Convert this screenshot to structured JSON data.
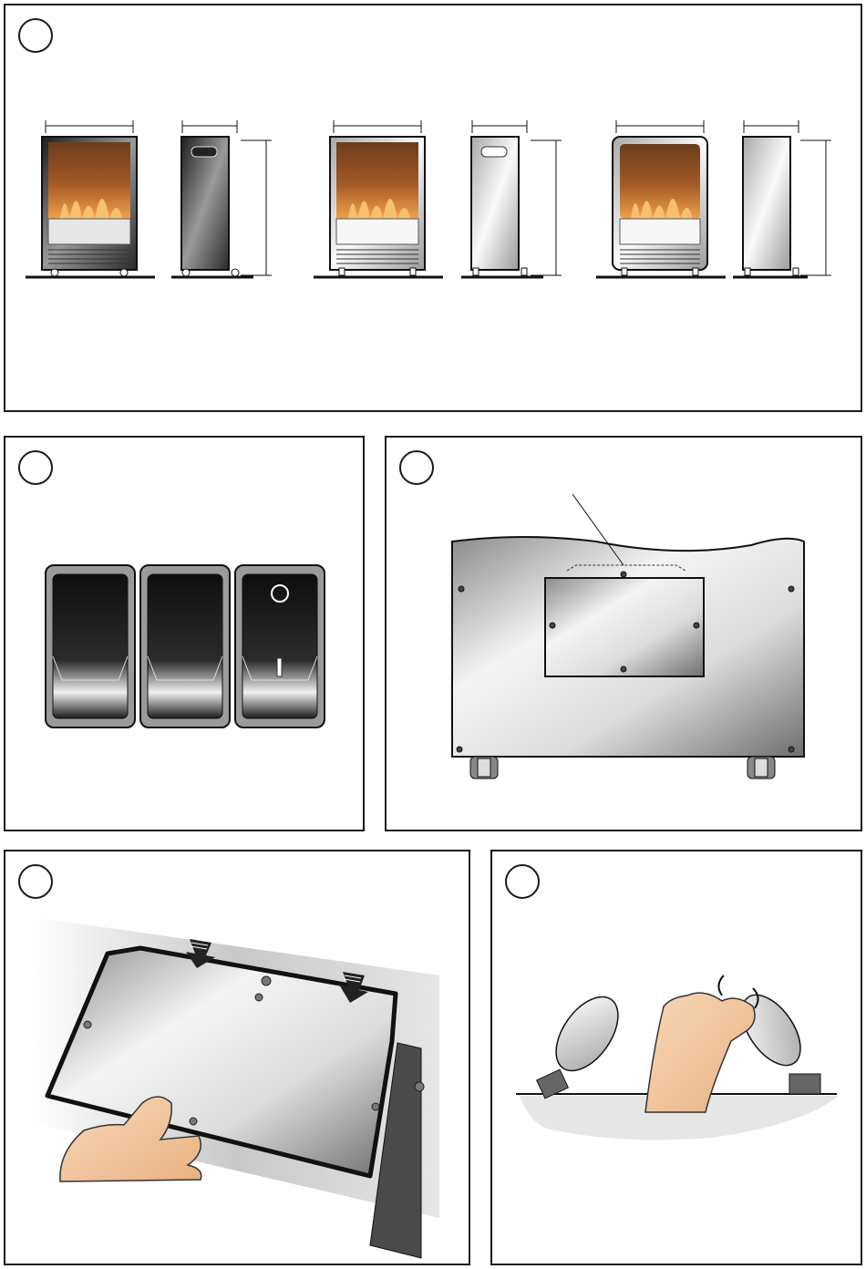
{
  "panels": [
    {
      "id": "panel-dimensions",
      "step": ""
    },
    {
      "id": "panel-switches",
      "step": ""
    },
    {
      "id": "panel-rear-cover",
      "step": ""
    },
    {
      "id": "panel-remove-cover",
      "step": ""
    },
    {
      "id": "panel-replace-bulb",
      "step": ""
    }
  ],
  "colors": {
    "border": "#1a1a1a",
    "flame_dark": "#5a3418",
    "flame_light": "#f2a24a",
    "metal_light": "#f2f2f2",
    "metal_dark": "#5a5a5a",
    "skin": "#f4c9a0"
  },
  "icons": {
    "switch_on_symbol": "power-circle-icon",
    "switch_off_symbol": "power-line-icon",
    "push_arrow": "down-arrow-icon",
    "rotate_arrow": "rotate-icon"
  }
}
